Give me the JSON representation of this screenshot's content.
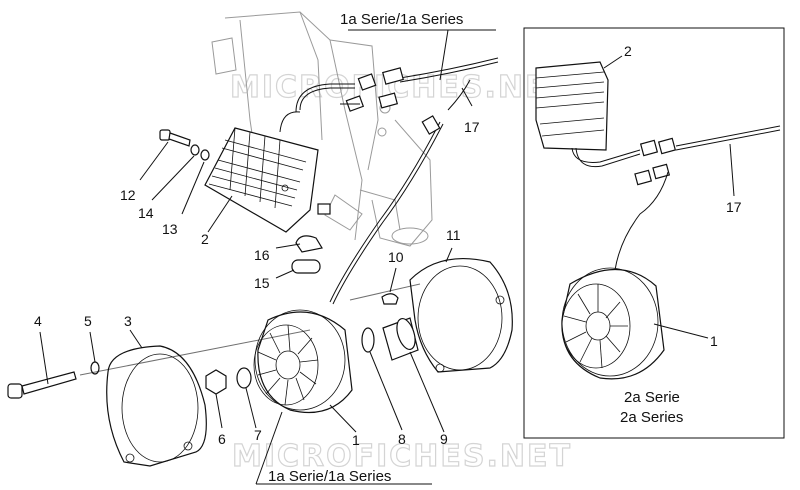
{
  "watermark": {
    "top": "MICROFICHES.NET",
    "bottom": "MICROFICHES.NET"
  },
  "captions": {
    "series1_top": "1a Serie/1a Series",
    "series1_bottom": "1a Serie/1a Series",
    "series2_line1": "2a Serie",
    "series2_line2": "2a Series"
  },
  "labels": {
    "l1_main": "1",
    "l1_inset": "1",
    "l2_main": "2",
    "l2_inset": "2",
    "l3": "3",
    "l4": "4",
    "l5": "5",
    "l6": "6",
    "l7": "7",
    "l8": "8",
    "l9": "9",
    "l10": "10",
    "l11": "11",
    "l12": "12",
    "l13": "13",
    "l14": "14",
    "l15": "15",
    "l16": "16",
    "l17_main": "17",
    "l17_inset": "17"
  }
}
